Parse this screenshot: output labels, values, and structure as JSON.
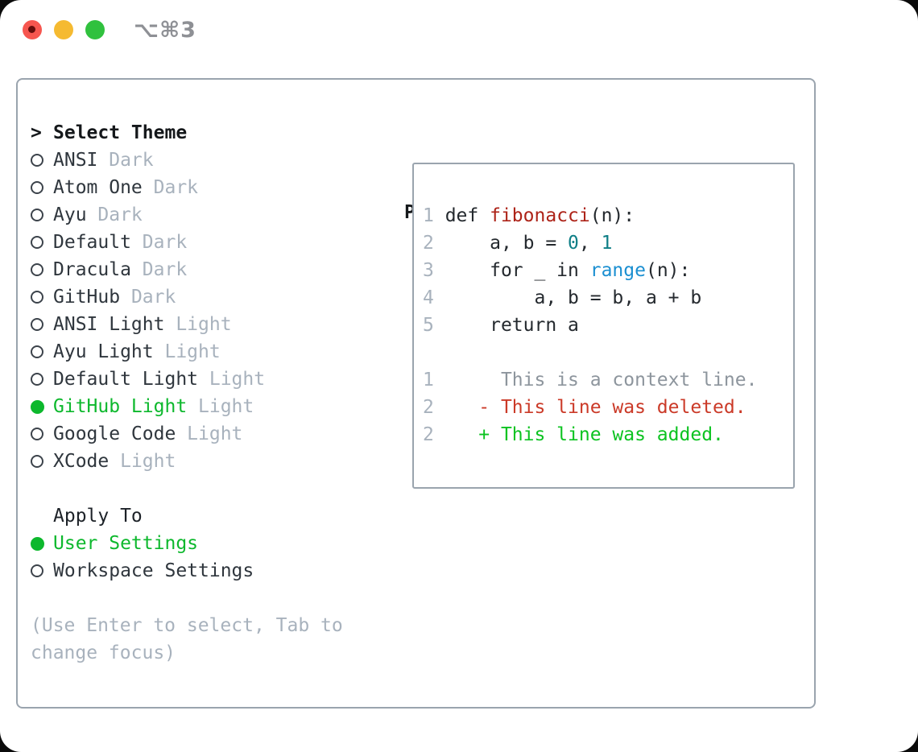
{
  "window": {
    "title": "⌥⌘3",
    "traffic_lights": [
      "close",
      "minimize",
      "zoom"
    ]
  },
  "colors": {
    "accent_green": "#0db82d",
    "added_green": "#0cc321",
    "deleted_red": "#cb3a28",
    "function_red": "#ad2318",
    "number_teal": "#0e7e86",
    "builtin_blue": "#1b8fd1",
    "muted_gray": "#a8b2bd",
    "context_gray": "#8d959d",
    "border_gray": "#9aa4ae",
    "ink": "#24292e"
  },
  "sidebar": {
    "header": {
      "marker": ">",
      "label": "Select Theme"
    },
    "themes": [
      {
        "name": "ANSI",
        "variant": "Dark",
        "selected": false
      },
      {
        "name": "Atom One",
        "variant": "Dark",
        "selected": false
      },
      {
        "name": "Ayu",
        "variant": "Dark",
        "selected": false
      },
      {
        "name": "Default",
        "variant": "Dark",
        "selected": false
      },
      {
        "name": "Dracula",
        "variant": "Dark",
        "selected": false
      },
      {
        "name": "GitHub",
        "variant": "Dark",
        "selected": false
      },
      {
        "name": "ANSI Light",
        "variant": "Light",
        "selected": false
      },
      {
        "name": "Ayu Light",
        "variant": "Light",
        "selected": false
      },
      {
        "name": "Default Light",
        "variant": "Light",
        "selected": false
      },
      {
        "name": "GitHub Light",
        "variant": "Light",
        "selected": true
      },
      {
        "name": "Google Code",
        "variant": "Light",
        "selected": false
      },
      {
        "name": "XCode",
        "variant": "Light",
        "selected": false
      }
    ],
    "apply_to": {
      "label": "Apply To",
      "options": [
        {
          "label": "User Settings",
          "selected": true
        },
        {
          "label": "Workspace Settings",
          "selected": false
        }
      ]
    },
    "hint_line1": "(Use Enter to select, Tab to",
    "hint_line2": "change focus)"
  },
  "preview": {
    "header": "Preview",
    "code": {
      "lines": [
        {
          "tokens": [
            {
              "type": "num",
              "text": "1"
            },
            {
              "type": "code",
              "text": " def "
            },
            {
              "type": "fn",
              "text": "fibonacci"
            },
            {
              "type": "code",
              "text": "(n):"
            }
          ]
        },
        {
          "tokens": [
            {
              "type": "num",
              "text": "2"
            },
            {
              "type": "code",
              "text": "     a, b = "
            },
            {
              "type": "lit",
              "text": "0"
            },
            {
              "type": "code",
              "text": ", "
            },
            {
              "type": "lit",
              "text": "1"
            }
          ]
        },
        {
          "tokens": [
            {
              "type": "num",
              "text": "3"
            },
            {
              "type": "code",
              "text": "     for _ in "
            },
            {
              "type": "builtin",
              "text": "range"
            },
            {
              "type": "code",
              "text": "(n):"
            }
          ]
        },
        {
          "tokens": [
            {
              "type": "num",
              "text": "4"
            },
            {
              "type": "code",
              "text": "         a, b = b, a + b"
            }
          ]
        },
        {
          "tokens": [
            {
              "type": "num",
              "text": "5"
            },
            {
              "type": "code",
              "text": "     return a"
            }
          ]
        },
        {
          "tokens": []
        },
        {
          "tokens": [
            {
              "type": "num",
              "text": "1"
            },
            {
              "type": "ctx",
              "text": "      This is a context line."
            }
          ]
        },
        {
          "tokens": [
            {
              "type": "num",
              "text": "2"
            },
            {
              "type": "code",
              "text": "    "
            },
            {
              "type": "del",
              "text": "- This line was deleted."
            }
          ]
        },
        {
          "tokens": [
            {
              "type": "num",
              "text": "2"
            },
            {
              "type": "code",
              "text": "    "
            },
            {
              "type": "add",
              "text": "+ This line was added."
            }
          ]
        }
      ]
    }
  }
}
